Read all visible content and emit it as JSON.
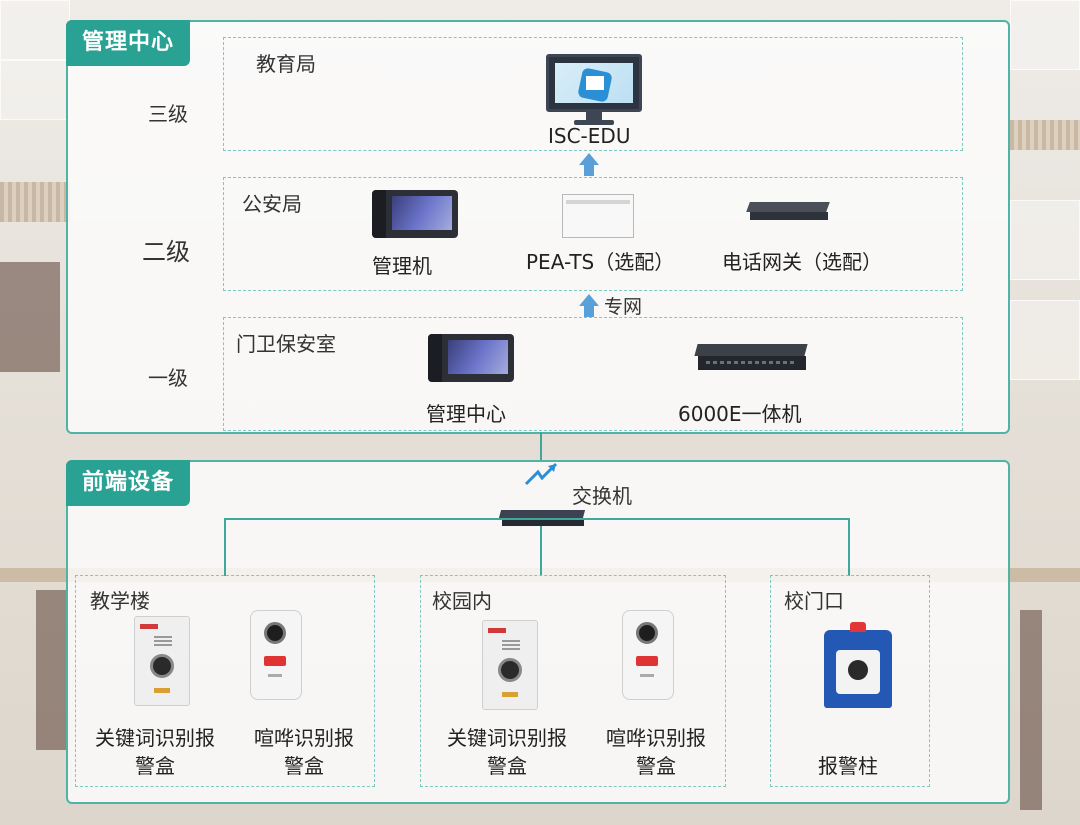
{
  "management": {
    "tag": "管理中心",
    "level3": {
      "level": "三级",
      "location": "教育局",
      "devices": [
        "ISC-EDU"
      ]
    },
    "level2": {
      "level": "二级",
      "location": "公安局",
      "devices": [
        "管理机",
        "PEA-TS（选配）",
        "电话网关（选配）"
      ]
    },
    "network_label": "专网",
    "level1": {
      "level": "一级",
      "location": "门卫保安室",
      "devices": [
        "管理中心",
        "6000E一体机"
      ]
    }
  },
  "frontend": {
    "tag": "前端设备",
    "switch_label": "交换机",
    "zones": [
      {
        "name": "教学楼",
        "devices": [
          "关键词识别报警盒",
          "喧哗识别报警盒"
        ]
      },
      {
        "name": "校园内",
        "devices": [
          "关键词识别报警盒",
          "喧哗识别报警盒"
        ]
      },
      {
        "name": "校门口",
        "devices": [
          "报警柱"
        ]
      }
    ]
  },
  "colors": {
    "accent": "#2aa293",
    "border": "#4fb3a5",
    "arrow": "#5aa0d8"
  }
}
